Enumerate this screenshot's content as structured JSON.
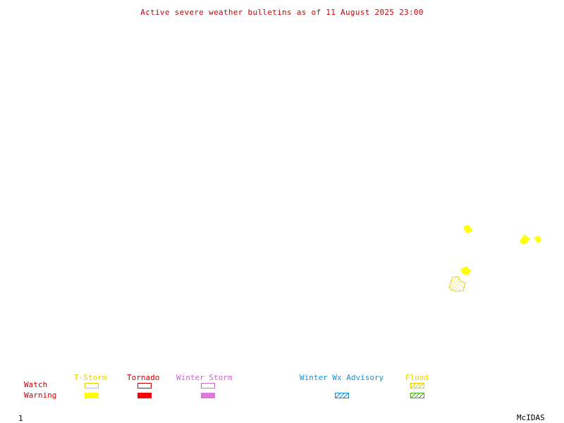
{
  "title": "Active severe weather bulletins as of 11 August 2025 23:00",
  "colors": {
    "title": "#cc0000",
    "thunderstorm": "#ffff00",
    "thunderstorm_label": "#e6d200",
    "tornado": "#ff0000",
    "winter_storm": "#dd77dd",
    "winter_advisory": "#1e90d6",
    "flood_watch": "#e6d200",
    "flood_warning": "#4caf1e",
    "row_label": "#cc0000"
  },
  "legend": {
    "row_watch": "Watch",
    "row_warning": "Warning",
    "tstorm": "T-Storm",
    "tornado": "Tornado",
    "winter_storm": "Winter Storm",
    "winter_advisory": "Winter Wx Advisory",
    "flood": "Flood"
  },
  "frame_number": "1",
  "credit": "McIDAS",
  "bulletin_areas": [
    {
      "kind": "thunderstorm-warning",
      "fill": "solid",
      "color": "#ffff00"
    },
    {
      "kind": "thunderstorm-warning",
      "fill": "solid",
      "color": "#ffff00"
    },
    {
      "kind": "thunderstorm-warning",
      "fill": "solid",
      "color": "#ffff00"
    },
    {
      "kind": "thunderstorm-warning",
      "fill": "solid",
      "color": "#ffff00"
    },
    {
      "kind": "flood-watch",
      "fill": "hatched",
      "color": "#e6d200"
    }
  ]
}
